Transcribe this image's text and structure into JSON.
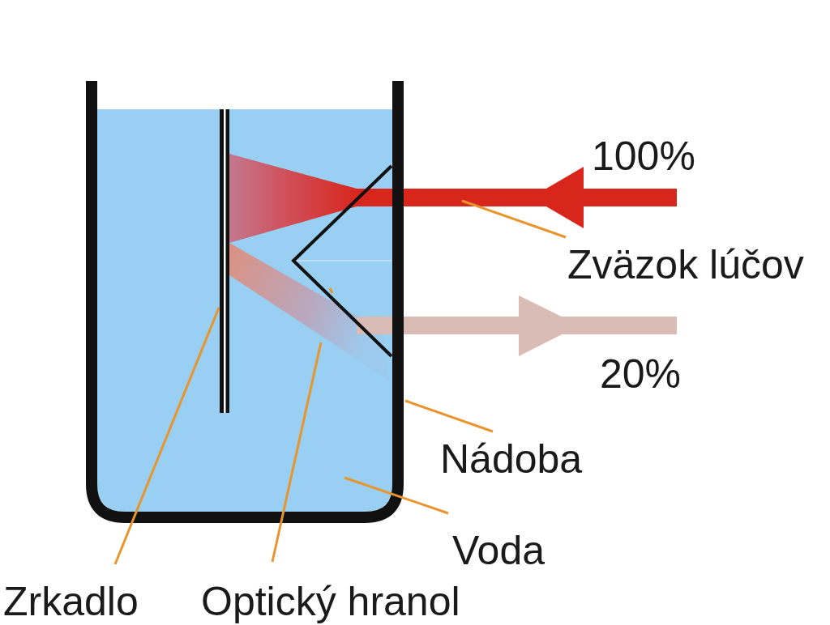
{
  "diagram": {
    "labels": [
      "100%",
      "Zväzok lúčov",
      "20%",
      "Nádoba",
      "Voda",
      "Zrkadlo",
      "Optický hranol"
    ]
  }
}
